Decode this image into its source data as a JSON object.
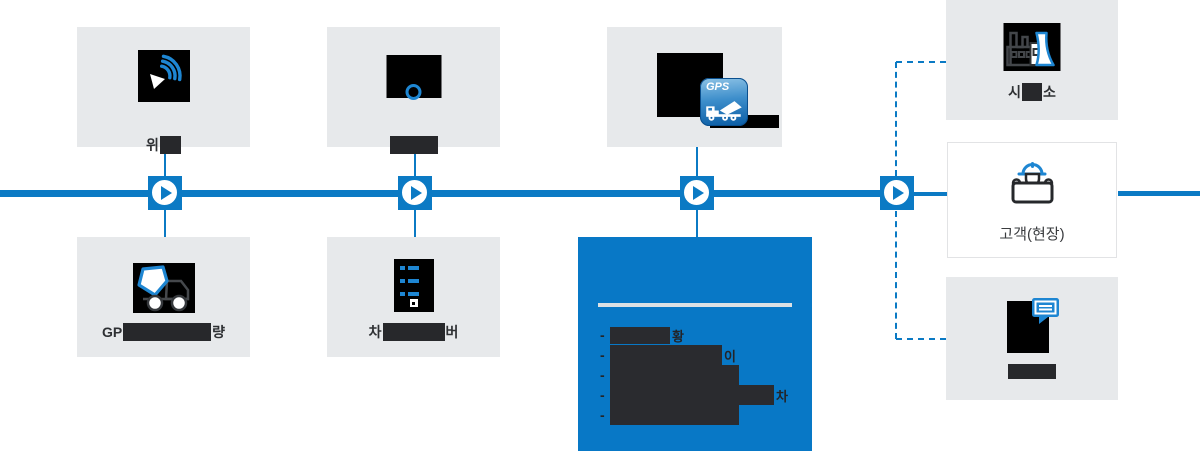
{
  "colors": {
    "accent_blue": "#0b7ac4",
    "panel_blue": "#0878c6",
    "node_gray": "#e7e9eb",
    "redaction_dark": "#27282b",
    "icon_black": "#000000"
  },
  "nodes": {
    "satellite": {
      "label_visible": "위"
    },
    "relay_tower": {
      "label_visible": ""
    },
    "gps_terminal": {
      "badge": "GPS"
    },
    "gps_vehicle": {
      "label_prefix": "GP",
      "label_suffix": "량"
    },
    "control_server": {
      "label_prefix": "차",
      "label_suffix": "버"
    },
    "office": {
      "label_prefix": "시",
      "label_suffix": "소"
    },
    "customer": {
      "label": "고객(현장)"
    },
    "sms_notice": {
      "label_visible": ""
    }
  },
  "blue_panel": {
    "items": [
      {
        "bullet": "-",
        "visible_suffix": "황"
      },
      {
        "bullet": "-",
        "visible_suffix": "이"
      },
      {
        "bullet": "-",
        "visible_suffix": ""
      },
      {
        "bullet": "-",
        "visible_suffix": "차"
      },
      {
        "bullet": "-",
        "visible_suffix": ""
      }
    ]
  }
}
